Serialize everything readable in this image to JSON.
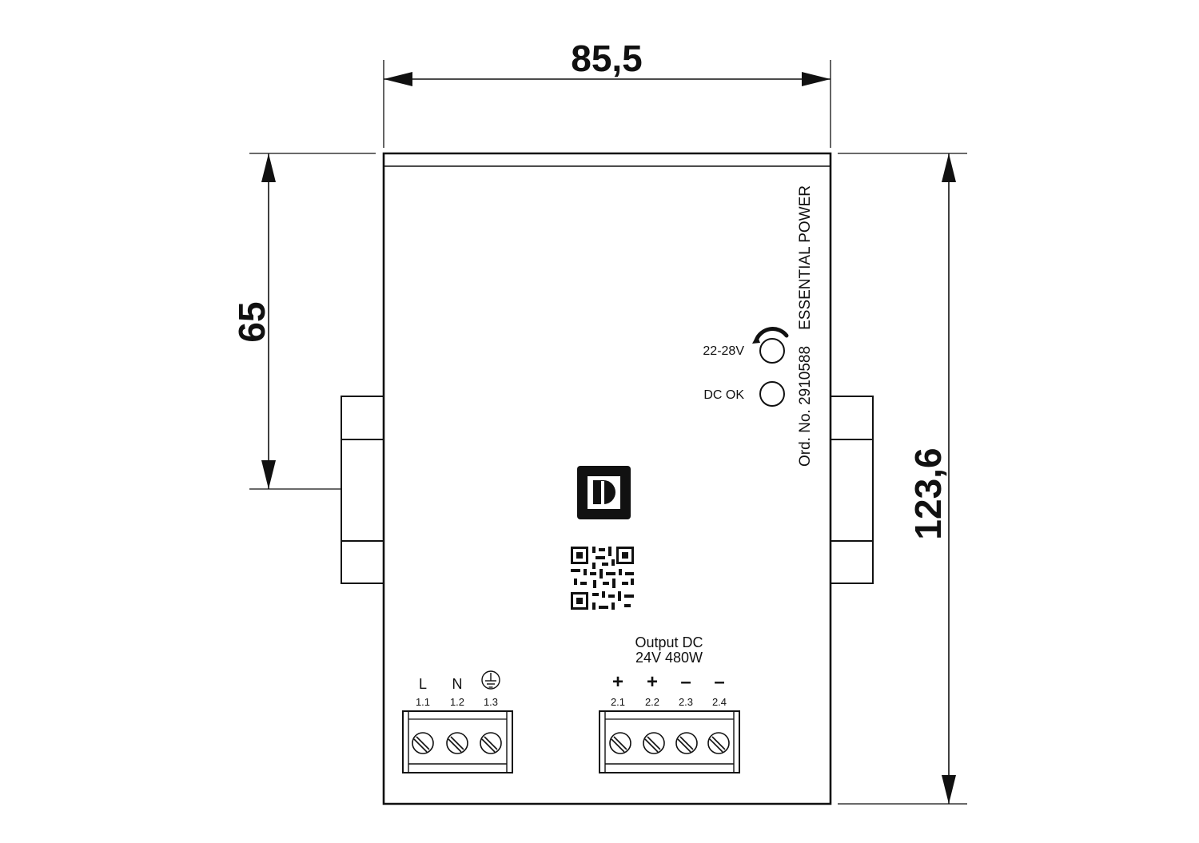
{
  "dimensions": {
    "width": "85,5",
    "upper_height": "65",
    "total_height": "123,6"
  },
  "labels": {
    "brand": "ESSENTIAL POWER",
    "order_no": "Ord. No. 2910588",
    "voltage_adjust": "22-28V",
    "dc_ok": "DC OK",
    "output_line1": "Output DC",
    "output_line2": "24V 480W"
  },
  "input_terminals": [
    {
      "symbol": "L",
      "number": "1.1"
    },
    {
      "symbol": "N",
      "number": "1.2"
    },
    {
      "symbol": "earth-ground",
      "number": "1.3"
    }
  ],
  "output_terminals": [
    {
      "symbol": "+",
      "number": "2.1"
    },
    {
      "symbol": "+",
      "number": "2.2"
    },
    {
      "symbol": "–",
      "number": "2.3"
    },
    {
      "symbol": "–",
      "number": "2.4"
    }
  ],
  "icons": {
    "logo": "phoenix-contact-logo-icon",
    "qr": "qr-code-icon",
    "ground": "earth-ground-icon",
    "pot": "potentiometer-icon",
    "led": "led-indicator-icon"
  },
  "colors": {
    "line": "#111111",
    "background": "#ffffff"
  }
}
